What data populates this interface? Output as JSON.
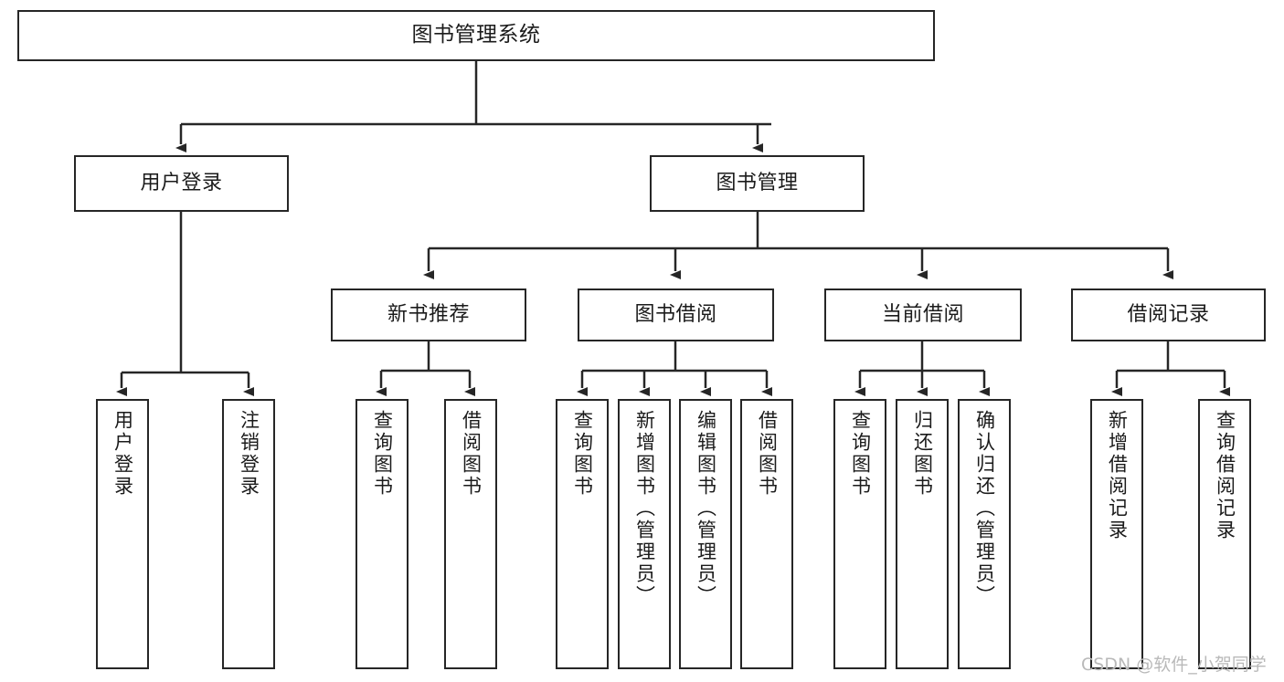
{
  "diagram": {
    "title": "图书管理系统",
    "type": "tree",
    "watermark": "CSDN @软件_小贺同学",
    "colors": {
      "stroke": "#262626",
      "fill": "#ffffff",
      "text": "#1b1b1b",
      "watermark": "#b9b9b9"
    },
    "nodes": {
      "root": {
        "label": "图书管理系统"
      },
      "level2": [
        {
          "label": "用户登录"
        },
        {
          "label": "图书管理"
        }
      ],
      "level3": [
        {
          "label": "新书推荐"
        },
        {
          "label": "图书借阅"
        },
        {
          "label": "当前借阅"
        },
        {
          "label": "借阅记录"
        }
      ],
      "leaves": {
        "user_login": [
          {
            "label": "用户登录"
          },
          {
            "label": "注销登录"
          }
        ],
        "new_book": [
          {
            "label": "查询图书"
          },
          {
            "label": "借阅图书"
          }
        ],
        "borrow_book": [
          {
            "label": "查询图书"
          },
          {
            "label": "新增图书（管理员）"
          },
          {
            "label": "编辑图书（管理员）"
          },
          {
            "label": "借阅图书"
          }
        ],
        "current_borrow": [
          {
            "label": "查询图书"
          },
          {
            "label": "归还图书"
          },
          {
            "label": "确认归还（管理员）"
          }
        ],
        "borrow_record": [
          {
            "label": "新增借阅记录"
          },
          {
            "label": "查询借阅记录"
          }
        ]
      }
    }
  }
}
